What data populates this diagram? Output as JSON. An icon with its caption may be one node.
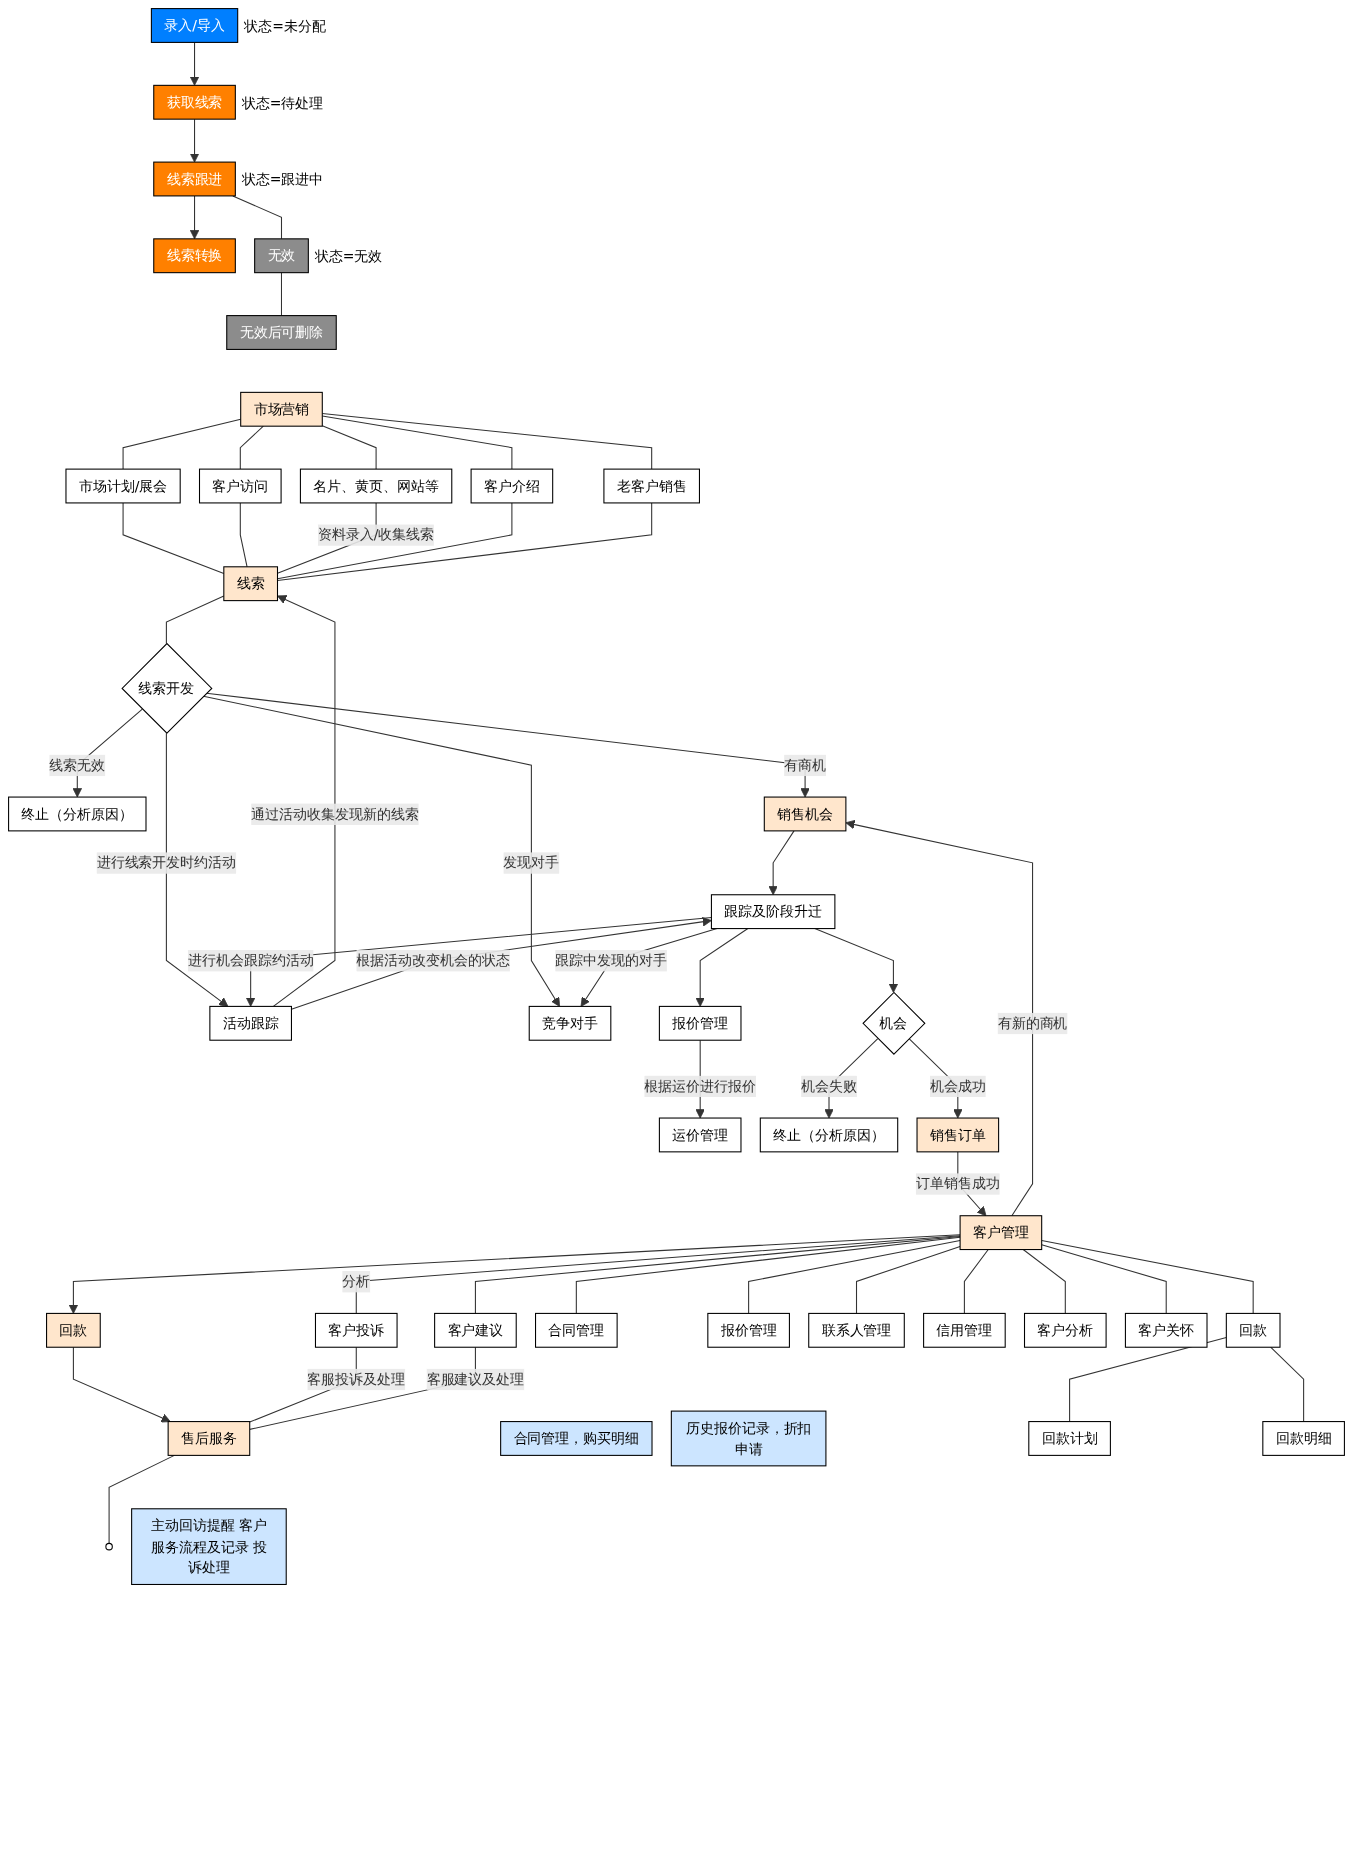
{
  "diagram": {
    "nodes": [
      {
        "text": [
          "录入/导入"
        ],
        "beside": [
          "状态=未分配"
        ]
      },
      {
        "text": [
          "获取线索"
        ],
        "beside": [
          "状态=待处理"
        ]
      },
      {
        "text": [
          "线索跟进"
        ],
        "beside": [
          "状态=跟进中"
        ]
      },
      {
        "text": [
          "线索转换"
        ]
      },
      {
        "text": [
          "无效"
        ],
        "beside": [
          "状态=无效"
        ]
      },
      {
        "text": [
          "无效后可删除"
        ]
      },
      {
        "text": [
          "市场营销"
        ]
      },
      {
        "text": [
          "市场计划/展会"
        ]
      },
      {
        "text": [
          "客户访问"
        ]
      },
      {
        "text": [
          "名片、黄页、网站等"
        ]
      },
      {
        "text": [
          "客户介绍"
        ]
      },
      {
        "text": [
          "老客户销售"
        ]
      },
      {
        "text": [
          "线索"
        ]
      },
      {
        "text": [
          "终止（分析原因）"
        ]
      },
      {
        "text": [
          "线索开发"
        ]
      },
      {
        "text": [
          "活动跟踪"
        ]
      },
      {
        "text": [
          "竞争对手"
        ]
      },
      {
        "text": [
          "销售机会"
        ]
      },
      {
        "text": [
          "运价管理"
        ]
      },
      {
        "text": [
          "跟踪及阶段升迁"
        ]
      },
      {
        "text": [
          "报价管理"
        ]
      },
      {
        "text": [
          "终止（分析原因）"
        ]
      },
      {
        "text": [
          "机会"
        ]
      },
      {
        "text": [
          "销售订单"
        ]
      },
      {
        "text": [
          "客户管理"
        ]
      },
      {
        "text": [
          "回款"
        ]
      },
      {
        "text": [
          "客户投诉"
        ]
      },
      {
        "text": [
          "客户建议"
        ]
      },
      {
        "text": [
          "售后服务"
        ]
      },
      {
        "text": [
          "主动回访提醒 客户服务流程及记录 投诉处理"
        ]
      },
      {
        "text": [],
        "shape": "circle"
      },
      {
        "text": [
          "合同管理"
        ]
      },
      {
        "text": [
          "合同管理，购买明细"
        ]
      },
      {
        "text": [
          "报价管理"
        ]
      },
      {
        "text": [
          "历史报价记录，折扣申请"
        ]
      },
      {
        "text": [
          "联系人管理"
        ]
      },
      {
        "text": [
          "信用管理"
        ]
      },
      {
        "text": [
          "客户分析"
        ]
      },
      {
        "text": [
          "客户关怀"
        ]
      },
      {
        "text": [
          "回款"
        ]
      },
      {
        "text": [
          "回款计划"
        ]
      },
      {
        "text": [
          "回款明细"
        ]
      }
    ],
    "edges": [
      {
        "from": 0,
        "to": 1,
        "arrow": "to"
      },
      {
        "from": 1,
        "to": 2,
        "arrow": "to"
      },
      {
        "from": 2,
        "to": 3,
        "arrow": "to"
      },
      {
        "from": 2,
        "to": 4,
        "arrow": "none"
      },
      {
        "from": 4,
        "to": 5,
        "arrow": "none"
      },
      {
        "from": 6,
        "to": 7,
        "arrow": "none"
      },
      {
        "from": 6,
        "to": 8,
        "arrow": "none"
      },
      {
        "from": 6,
        "to": 9,
        "arrow": "none"
      },
      {
        "from": 6,
        "to": 10,
        "arrow": "none"
      },
      {
        "from": 6,
        "to": 11,
        "arrow": "none"
      },
      {
        "from": 7,
        "to": 12,
        "arrow": "none"
      },
      {
        "from": 8,
        "to": 12,
        "arrow": "none"
      },
      {
        "from": 9,
        "to": 12,
        "arrow": "none",
        "label": "资料录入/收集线索"
      },
      {
        "from": 10,
        "to": 12,
        "arrow": "none"
      },
      {
        "from": 11,
        "to": 12,
        "arrow": "none"
      },
      {
        "from": 12,
        "to": 14,
        "arrow": "none"
      },
      {
        "from": 14,
        "to": 17,
        "arrow": "to",
        "label": "有商机"
      },
      {
        "from": 17,
        "to": 19,
        "arrow": "to"
      },
      {
        "from": 14,
        "to": 13,
        "arrow": "to",
        "label": "线索无效"
      },
      {
        "from": 14,
        "to": 15,
        "arrow": "to",
        "label": "进行线索开发时约活动"
      },
      {
        "from": 14,
        "to": 16,
        "arrow": "to",
        "label": "发现对手"
      },
      {
        "from": 15,
        "to": 12,
        "arrow": "to",
        "label": "通过活动收集发现新的线索"
      },
      {
        "from": 19,
        "to": 15,
        "arrow": "to",
        "label": "进行机会跟踪约活动"
      },
      {
        "from": 15,
        "to": 19,
        "arrow": "to",
        "label": "根据活动改变机会的状态"
      },
      {
        "from": 19,
        "to": 16,
        "arrow": "to",
        "label": "跟踪中发现的对手"
      },
      {
        "from": 19,
        "to": 20,
        "arrow": "to"
      },
      {
        "from": 20,
        "to": 18,
        "arrow": "to",
        "label": "根据运价进行报价"
      },
      {
        "from": 19,
        "to": 22,
        "arrow": "to"
      },
      {
        "from": 22,
        "to": 21,
        "arrow": "to",
        "label": "机会失败"
      },
      {
        "from": 22,
        "to": 23,
        "arrow": "to",
        "label": "机会成功"
      },
      {
        "from": 23,
        "to": 24,
        "arrow": "to",
        "label": "订单销售成功"
      },
      {
        "from": 24,
        "to": 17,
        "arrow": "to",
        "label": "有新的商机"
      },
      {
        "from": 24,
        "to": 25,
        "arrow": "to"
      },
      {
        "from": 25,
        "to": 28,
        "arrow": "to"
      },
      {
        "from": 28,
        "to": 30,
        "arrow": "none"
      },
      {
        "from": 26,
        "to": 28,
        "arrow": "none",
        "label": "客服投诉及处理"
      },
      {
        "from": 27,
        "to": 28,
        "arrow": "none",
        "label": "客服建议及处理"
      },
      {
        "from": 24,
        "to": 26,
        "arrow": "none",
        "label": "分析"
      },
      {
        "from": 24,
        "to": 27,
        "arrow": "none"
      },
      {
        "from": 24,
        "to": 31,
        "arrow": "none"
      },
      {
        "from": 24,
        "to": 33,
        "arrow": "none"
      },
      {
        "from": 24,
        "to": 35,
        "arrow": "none"
      },
      {
        "from": 24,
        "to": 36,
        "arrow": "none"
      },
      {
        "from": 24,
        "to": 37,
        "arrow": "none"
      },
      {
        "from": 24,
        "to": 38,
        "arrow": "none"
      },
      {
        "from": 24,
        "to": 39,
        "arrow": "none"
      },
      {
        "from": 39,
        "to": 40,
        "arrow": "none"
      },
      {
        "from": 39,
        "to": 41,
        "arrow": "none"
      }
    ]
  }
}
